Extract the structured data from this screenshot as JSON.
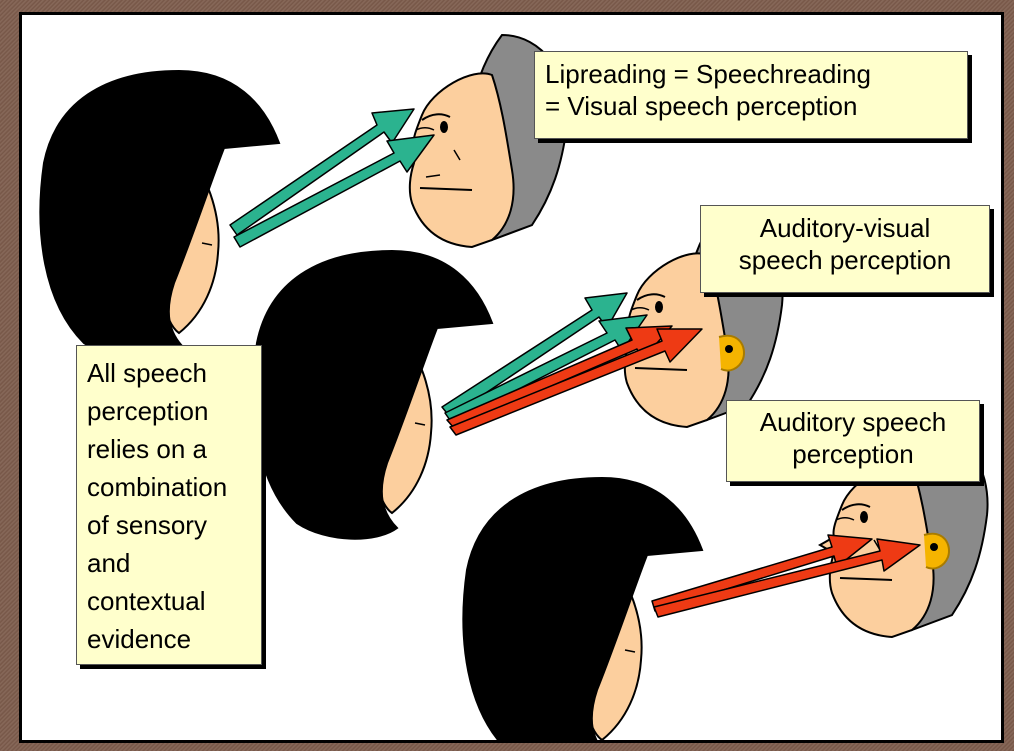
{
  "labels": {
    "lipreading": {
      "lines": [
        "Lipreading = Speechreading",
        "= Visual speech perception"
      ]
    },
    "auditory_visual": {
      "lines": [
        "Auditory-visual",
        "speech perception"
      ]
    },
    "auditory": {
      "lines": [
        "Auditory speech",
        "perception"
      ]
    },
    "all_speech": {
      "lines": [
        "All speech",
        "perception",
        "relies on a",
        "combination",
        "of sensory",
        "and",
        "contextual",
        "evidence"
      ]
    }
  },
  "colors": {
    "visual_arrow": "#2bb38f",
    "auditory_arrow": "#ee3a14",
    "box_fill": "#ffffcc",
    "skin": "#fccf9e",
    "hair_listener": "#000000",
    "hair_speaker": "#8a8a8a",
    "ear": "#f5b400"
  }
}
